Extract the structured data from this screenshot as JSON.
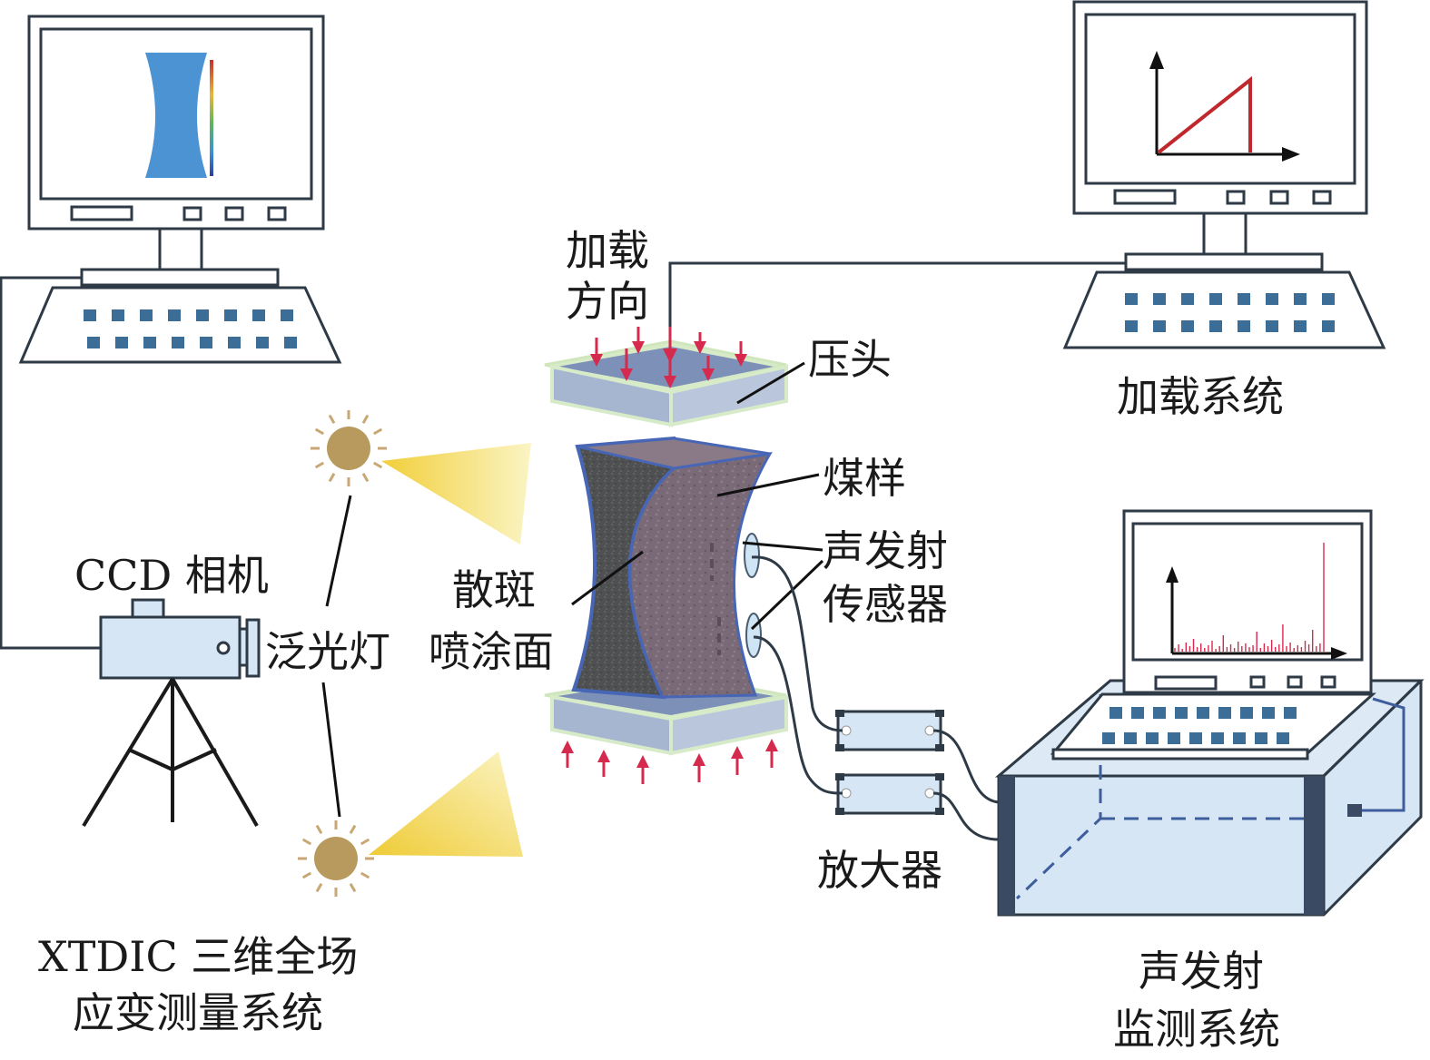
{
  "colors": {
    "outline": "#2e3a46",
    "key_blue": "#3c6d96",
    "equipment_fill": "#d6e6f5",
    "arrow_red": "#d5294d",
    "curve_red": "#c0282e",
    "light_yellow": "#f6dc6a",
    "lamp_brown": "#b89a5e"
  },
  "labels": {
    "loading_direction_line1": "加载",
    "loading_direction_line2": "方向",
    "indenter": "压头",
    "loading_system": "加载系统",
    "coal_sample": "煤样",
    "ae_sensor_line1": "声发射",
    "ae_sensor_line2": "传感器",
    "speckle_line1": "散斑",
    "speckle_line2": "喷涂面",
    "ccd_camera": "CCD 相机",
    "floodlight": "泛光灯",
    "amplifier": "放大器",
    "xtdic_line1": "XTDIC 三维全场",
    "xtdic_line2": "应变测量系统",
    "ae_monitor_line1": "声发射",
    "ae_monitor_line2": "监测系统"
  },
  "icons": {
    "dic_monitor": "monitor-icon",
    "loading_monitor": "monitor-icon",
    "camera": "camera-icon",
    "lamp": "sun-lamp-icon",
    "laptop": "laptop-icon"
  }
}
